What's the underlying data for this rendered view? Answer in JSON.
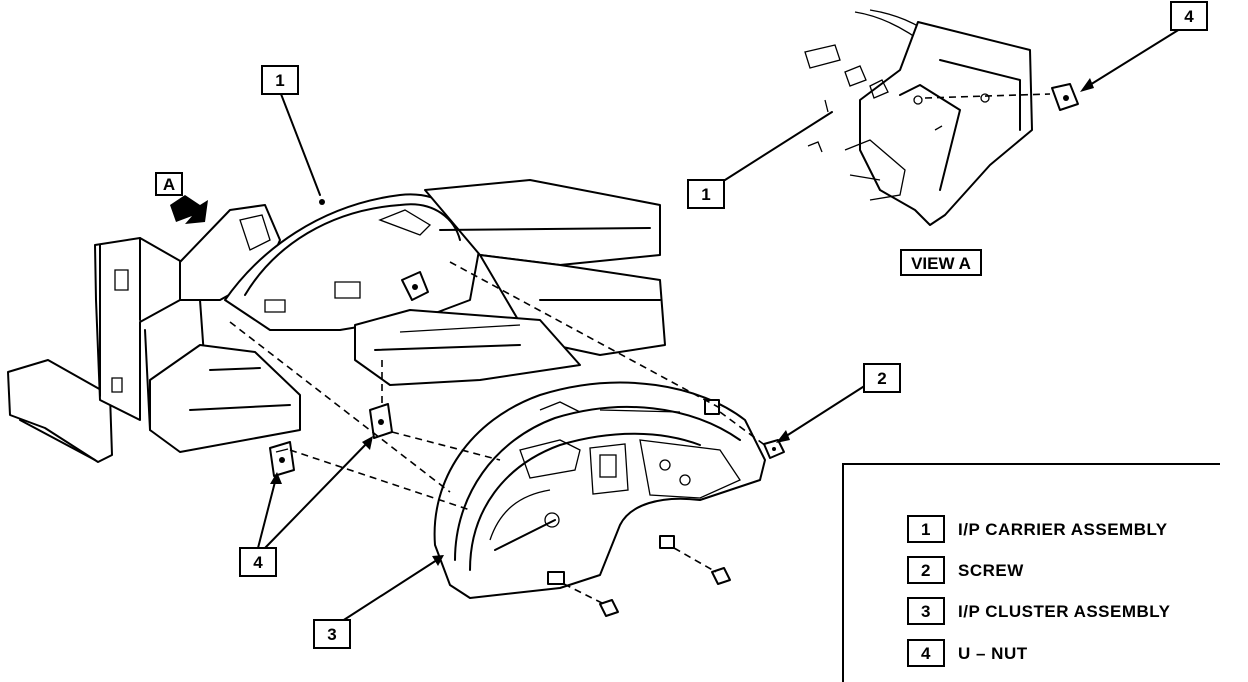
{
  "callouts": {
    "carrier": "1",
    "view_a_carrier": "1",
    "screw": "2",
    "cluster": "3",
    "unut_main": "4",
    "view_a_unut": "4"
  },
  "view_arrow_label": "A",
  "view_a_caption": "VIEW A",
  "legend": [
    {
      "num": "1",
      "label": "I/P CARRIER ASSEMBLY"
    },
    {
      "num": "2",
      "label": "SCREW"
    },
    {
      "num": "3",
      "label": "I/P CLUSTER ASSEMBLY"
    },
    {
      "num": "4",
      "label": "U – NUT"
    }
  ],
  "icons": [
    "view-direction-arrow-icon"
  ]
}
